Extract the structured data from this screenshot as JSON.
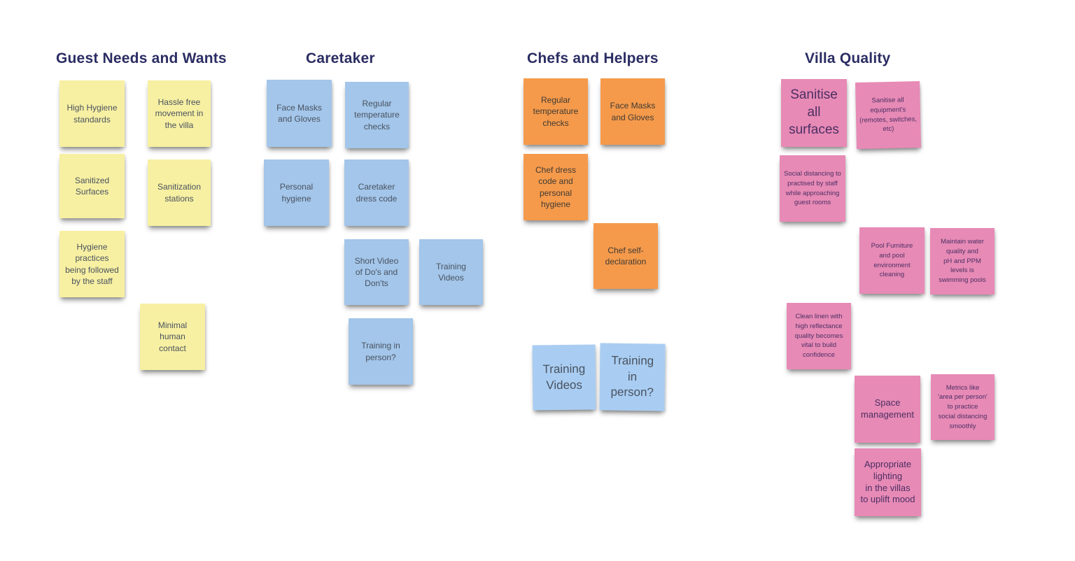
{
  "colors": {
    "background": "#ffffff",
    "header-text": "#2b2d63",
    "yellow": "#f7f0a2",
    "blue": "#a3c6ea",
    "blue-light": "#a9cdf2",
    "orange": "#f59a4b",
    "pink": "#e78ab6",
    "note-text": "#4a5260",
    "orange-text": "#403a33",
    "pink-text": "#4c2f63"
  },
  "board": {
    "columns": [
      {
        "title": "Guest Needs and Wants",
        "note_color": "yellow",
        "notes": [
          {
            "text": "High Hygiene\nstandards"
          },
          {
            "text": "Hassle free\nmovement in\nthe villa"
          },
          {
            "text": "Sanitized\nSurfaces"
          },
          {
            "text": "Sanitization\nstations"
          },
          {
            "text": "Hygiene\npractices\nbeing followed\nby the staff"
          },
          {
            "text": "Minimal\nhuman\ncontact"
          }
        ]
      },
      {
        "title": "Caretaker",
        "note_color": "blue",
        "notes": [
          {
            "text": "Face Masks\nand Gloves"
          },
          {
            "text": "Regular\ntemperature\nchecks"
          },
          {
            "text": "Personal\nhygiene"
          },
          {
            "text": "Caretaker\ndress code"
          },
          {
            "text": "Short Video\nof Do's and\nDon'ts"
          },
          {
            "text": "Training\nVideos"
          },
          {
            "text": "Training in\nperson?"
          }
        ]
      },
      {
        "title": "Chefs and Helpers",
        "note_color": "orange",
        "notes": [
          {
            "text": "Regular\ntemperature\nchecks"
          },
          {
            "text": "Face Masks\nand Gloves"
          },
          {
            "text": "Chef dress\ncode and\npersonal\nhygiene"
          },
          {
            "text": "Chef self-\ndeclaration"
          },
          {
            "text": "Training\nVideos"
          },
          {
            "text": "Training\nin\nperson?"
          }
        ]
      },
      {
        "title": "Villa Quality",
        "note_color": "pink",
        "notes": [
          {
            "text": "Sanitise all\nsurfaces"
          },
          {
            "text": "Sanitise all\nequipment's\n(remotes, switches,\netc)"
          },
          {
            "text": "Social distancing to\npractised by staff\nwhile approaching\nguest rooms"
          },
          {
            "text": "Pool Furniture\nand pool\nenvironment\ncleaning"
          },
          {
            "text": "Maintain water\nquality and\npH and PPM\nlevels is\nswimming pools"
          },
          {
            "text": "Clean linen with\nhigh reflectance\nquality becomes\nvital to build\nconfidence"
          },
          {
            "text": "Space\nmanagement"
          },
          {
            "text": "Metrics like\n'area per person'\nto practice\nsocial distancing\nsmoothly"
          },
          {
            "text": "Appropriate\nlighting\nin the villas\nto uplift mood"
          }
        ]
      }
    ]
  }
}
